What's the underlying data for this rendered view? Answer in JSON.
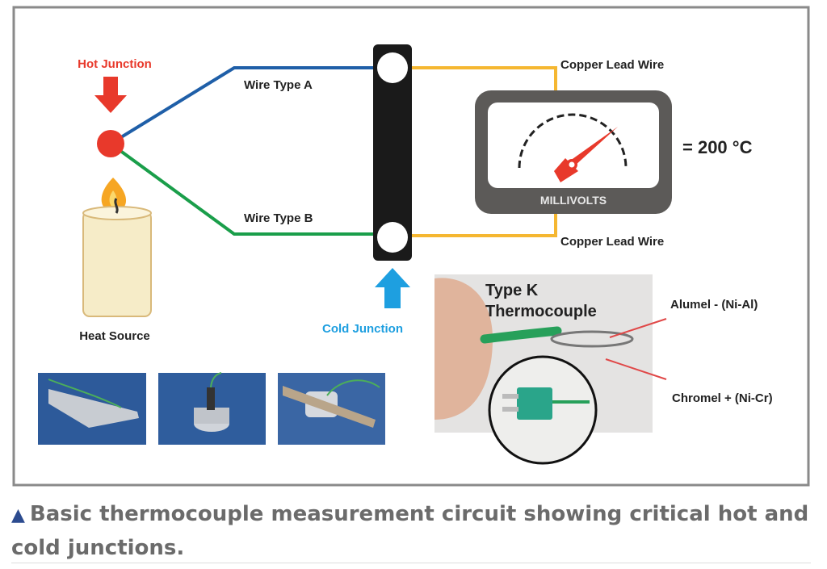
{
  "diagram": {
    "hot_junction": "Hot Junction",
    "heat_source": "Heat Source",
    "wire_a": "Wire Type A",
    "wire_b": "Wire Type B",
    "cold_junction": "Cold Junction",
    "copper_top": "Copper Lead Wire",
    "copper_bottom": "Copper Lead Wire",
    "meter_label": "MILLIVOLTS",
    "reading": "= 200 °C",
    "photo_title_line1": "Type K",
    "photo_title_line2": "Thermocouple",
    "alumel": "Alumel - (Ni-Al)",
    "chromel": "Chromel + (Ni-Cr)"
  },
  "caption": {
    "icon": "triangle-icon",
    "text": "Basic thermocouple measurement circuit showing critical hot and cold junctions."
  },
  "colors": {
    "hot": "#e8392b",
    "cold": "#1e9fe0",
    "wire_a": "#1f5fa8",
    "wire_b": "#1a9e4a",
    "copper": "#f5b731"
  }
}
